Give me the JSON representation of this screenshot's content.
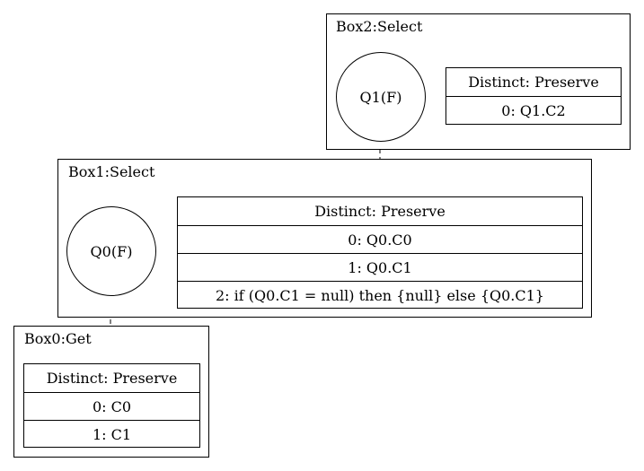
{
  "boxes": [
    {
      "title": "Box2:Select",
      "quantifier": "Q1(F)",
      "distinct": "Distinct: Preserve",
      "columns": [
        "0: Q1.C2"
      ]
    },
    {
      "title": "Box1:Select",
      "quantifier": "Q0(F)",
      "distinct": "Distinct: Preserve",
      "columns": [
        "0: Q0.C0",
        "1: Q0.C1",
        "2: if (Q0.C1 = null) then {null} else {Q0.C1}"
      ]
    },
    {
      "title": "Box0:Get",
      "distinct": "Distinct: Preserve",
      "columns": [
        "0: C0",
        "1: C1"
      ]
    }
  ],
  "edges": [
    {
      "from": "Q1(F)",
      "to": "Box1:Select",
      "style": "dashed"
    },
    {
      "from": "Q0(F)",
      "to": "Box0:Get",
      "style": "dashed"
    }
  ]
}
